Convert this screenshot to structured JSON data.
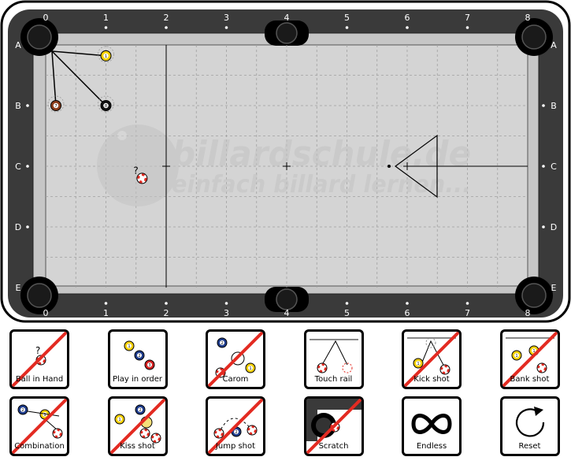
{
  "table": {
    "columns": [
      "0",
      "1",
      "2",
      "3",
      "4",
      "5",
      "6",
      "7",
      "8"
    ],
    "rows": [
      "A",
      "B",
      "C",
      "D",
      "E"
    ],
    "watermark_line1": "billardschule.de",
    "watermark_line2": "einfach billard lernen...",
    "question_mark": "?",
    "colors": {
      "frame": "#3a3a3a",
      "cloth": "#d4d4d4",
      "rail": "#c6c6c6",
      "accent": "#e32b22"
    }
  },
  "balls": [
    {
      "id": "cue-ball",
      "kind": "cue",
      "col": 1.6,
      "row": 2.2,
      "label": ""
    },
    {
      "id": "ball-1",
      "kind": "yellow",
      "col": 1.0,
      "row": 0.18,
      "label": "1"
    },
    {
      "id": "ball-7",
      "kind": "maroon",
      "col": 0.17,
      "row": 1.0,
      "label": "7"
    },
    {
      "id": "ball-8",
      "kind": "black",
      "col": 1.0,
      "row": 1.0,
      "label": "8"
    }
  ],
  "controls": [
    {
      "id": "ball-in-hand",
      "label": "Ball in Hand",
      "icon": "ball-in-hand-icon",
      "disabled": true
    },
    {
      "id": "play-in-order",
      "label": "Play in order",
      "icon": "play-in-order-icon",
      "disabled": false
    },
    {
      "id": "carom",
      "label": "Carom",
      "icon": "carom-icon",
      "disabled": true
    },
    {
      "id": "touch-rail",
      "label": "Touch rail",
      "icon": "touch-rail-icon",
      "disabled": false
    },
    {
      "id": "kick-shot",
      "label": "Kick shot",
      "icon": "kick-shot-icon",
      "disabled": true
    },
    {
      "id": "bank-shot",
      "label": "Bank shot",
      "icon": "bank-shot-icon",
      "disabled": true
    },
    {
      "id": "combination",
      "label": "Combination",
      "icon": "combination-icon",
      "disabled": true
    },
    {
      "id": "kiss-shot",
      "label": "Kiss shot",
      "icon": "kiss-shot-icon",
      "disabled": true
    },
    {
      "id": "jump-shot",
      "label": "Jump shot",
      "icon": "jump-shot-icon",
      "disabled": true
    },
    {
      "id": "scratch",
      "label": "Scratch",
      "icon": "scratch-icon",
      "disabled": true
    },
    {
      "id": "endless",
      "label": "Endless",
      "icon": "infinity-icon",
      "disabled": false
    },
    {
      "id": "reset",
      "label": "Reset",
      "icon": "reset-icon",
      "disabled": false
    }
  ]
}
